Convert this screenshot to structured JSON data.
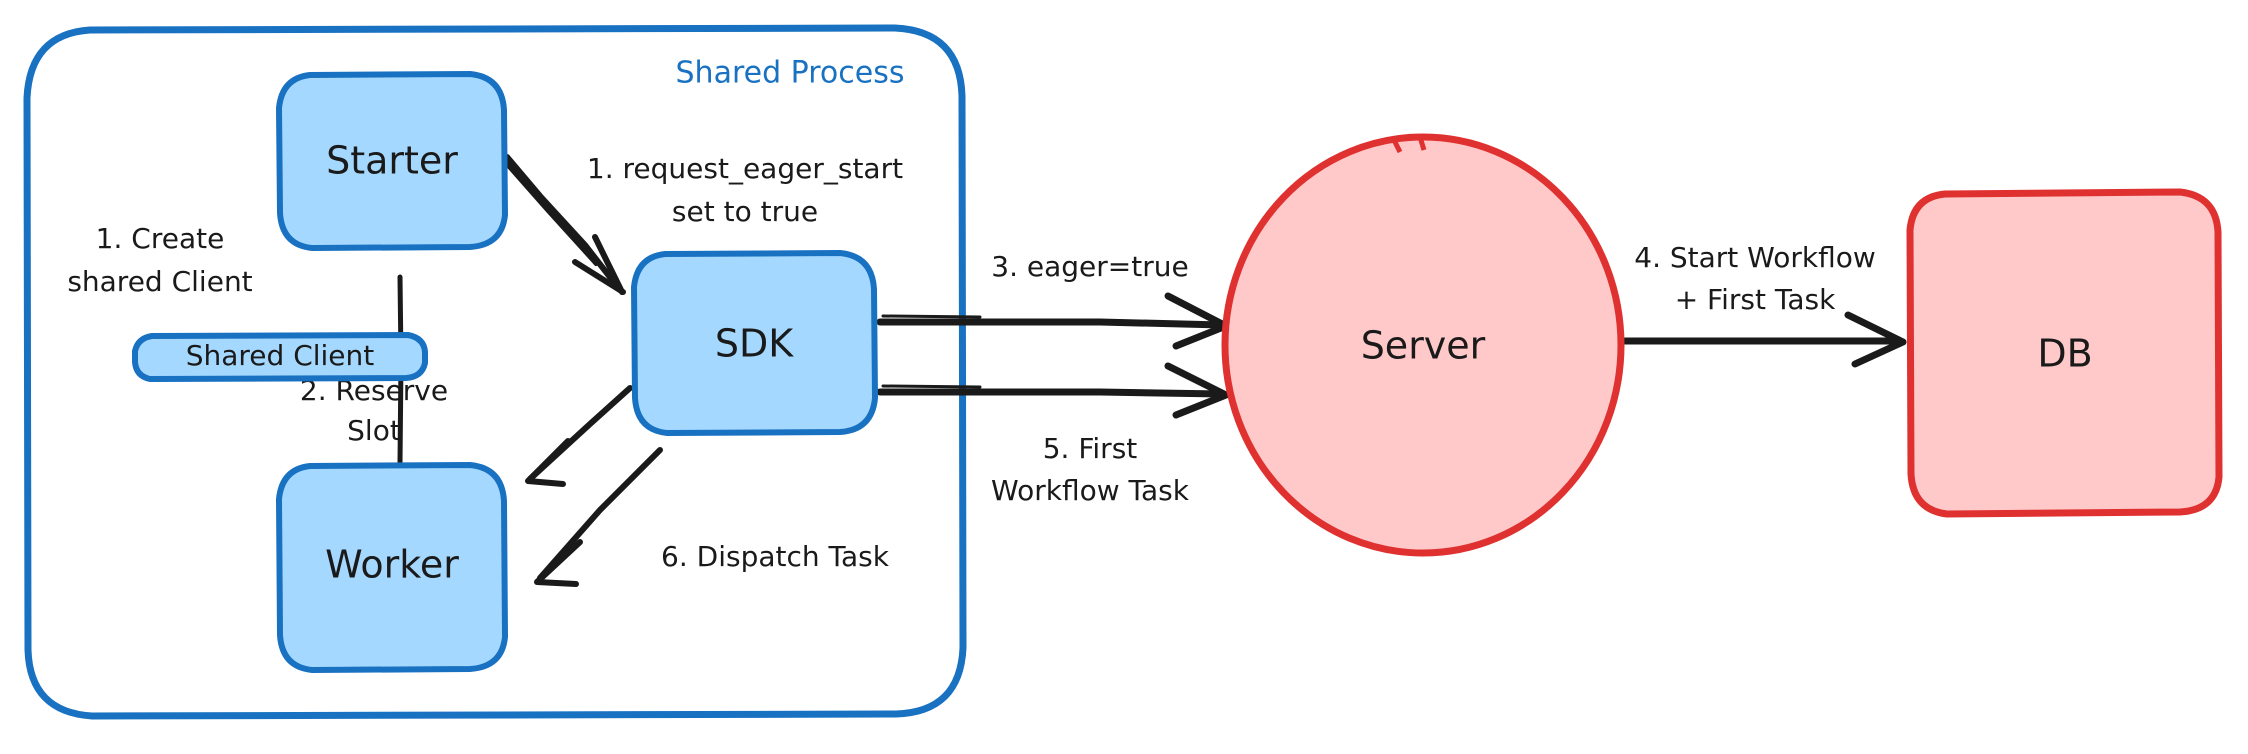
{
  "diagram": {
    "title": "Eager Workflow Start sequence",
    "colors": {
      "node_blue_fill": "#a5d8ff",
      "node_blue_stroke": "#1971c2",
      "node_red_fill": "#ffc9c9",
      "node_red_stroke": "#e03131",
      "edge": "#1a1a1a",
      "background": "#ffffff"
    },
    "group": {
      "label": "Shared Process"
    },
    "nodes": [
      {
        "id": "starter",
        "label": "Starter",
        "shape": "rounded-rect",
        "color": "blue"
      },
      {
        "id": "shared-client",
        "label": "Shared Client",
        "shape": "rounded-rect",
        "color": "blue"
      },
      {
        "id": "sdk",
        "label": "SDK",
        "shape": "rounded-rect",
        "color": "blue"
      },
      {
        "id": "worker",
        "label": "Worker",
        "shape": "rounded-rect",
        "color": "blue"
      },
      {
        "id": "server",
        "label": "Server",
        "shape": "ellipse",
        "color": "red"
      },
      {
        "id": "db",
        "label": "DB",
        "shape": "rounded-rect",
        "color": "red"
      }
    ],
    "edges": [
      {
        "id": "e1",
        "from": "starter",
        "to": "shared-client",
        "label_lines": [
          "1. Create",
          "shared Client"
        ],
        "arrow": false
      },
      {
        "id": "e2",
        "from": "starter",
        "to": "sdk",
        "label_lines": [
          "1. request_eager_start",
          "set to true"
        ],
        "arrow": true
      },
      {
        "id": "e3",
        "from": "sdk",
        "to": "worker",
        "label_lines": [
          "2. Reserve",
          "Slot"
        ],
        "arrow": true
      },
      {
        "id": "e4",
        "from": "sdk",
        "to": "server",
        "label_lines": [
          "3. eager=true"
        ],
        "arrow": true
      },
      {
        "id": "e5",
        "from": "server",
        "to": "db",
        "label_lines": [
          "4. Start Workflow",
          "+ First Task"
        ],
        "arrow": true
      },
      {
        "id": "e6",
        "from": "server",
        "to": "sdk",
        "label_lines": [
          "5. First",
          "Workflow Task"
        ],
        "arrow": true
      },
      {
        "id": "e7",
        "from": "sdk",
        "to": "worker",
        "label_lines": [
          "6. Dispatch Task"
        ],
        "arrow": true
      },
      {
        "id": "e8",
        "from": "shared-client",
        "to": "worker",
        "label_lines": [],
        "arrow": false
      }
    ]
  }
}
